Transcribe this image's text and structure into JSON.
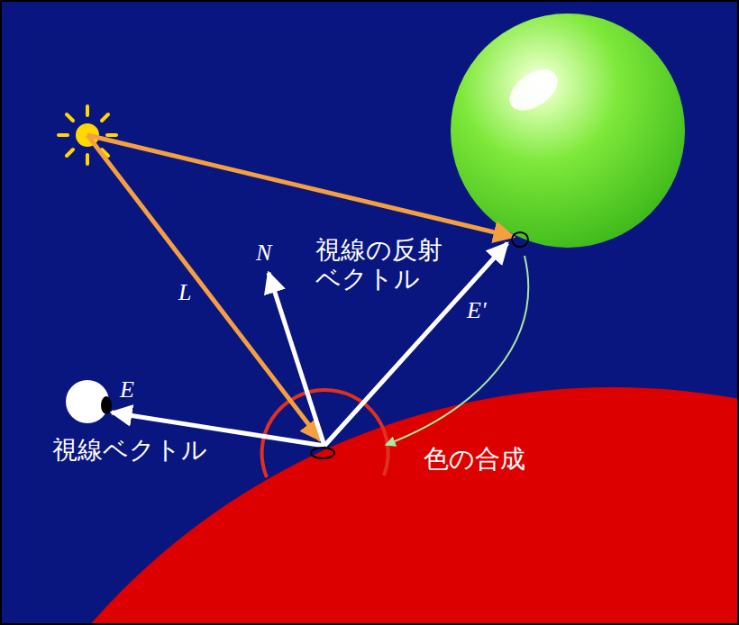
{
  "diagram": {
    "labels": [
      "L",
      "N",
      "視線の反射 ベクトル",
      "E'",
      "E",
      "視線ベクトル",
      "色の合成"
    ]
  }
}
